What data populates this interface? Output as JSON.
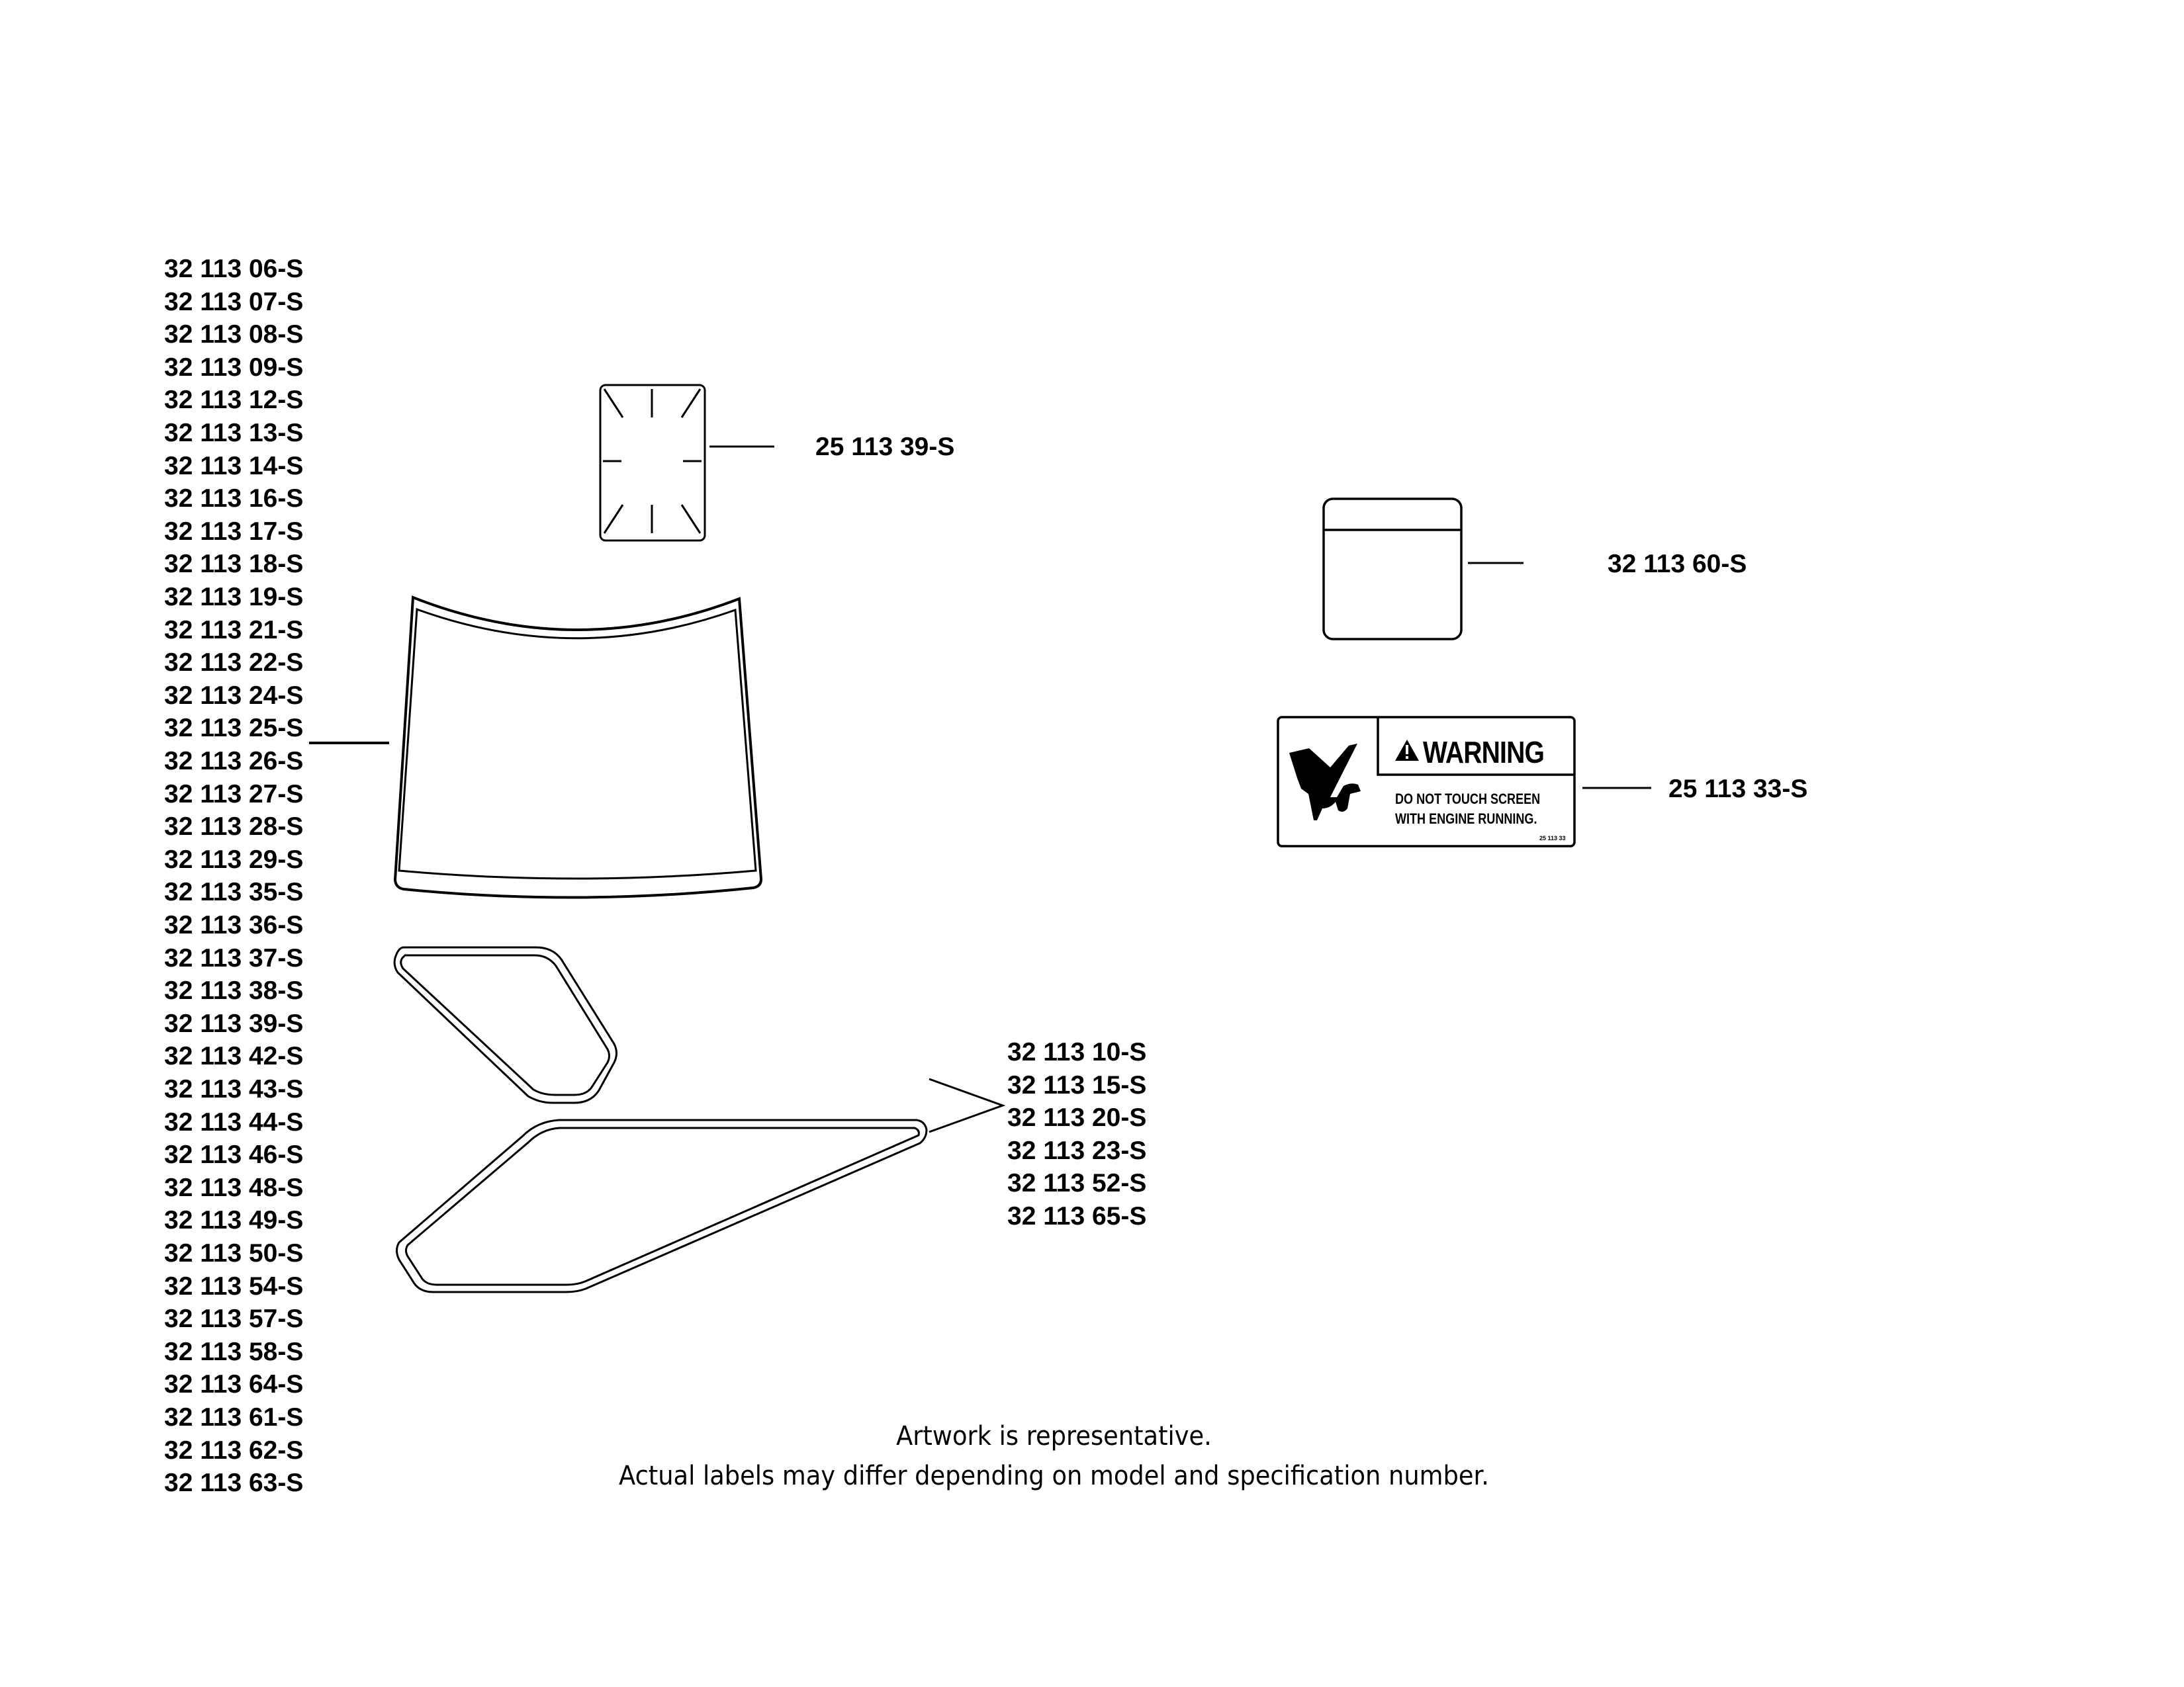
{
  "diagram": {
    "left_column_parts": [
      "32 113 06-S",
      "32 113 07-S",
      "32 113 08-S",
      "32 113 09-S",
      "32 113 12-S",
      "32 113 13-S",
      "32 113 14-S",
      "32 113 16-S",
      "32 113 17-S",
      "32 113 18-S",
      "32 113 19-S",
      "32 113 21-S",
      "32 113 22-S",
      "32 113 24-S",
      "32 113 25-S",
      "32 113 26-S",
      "32 113 27-S",
      "32 113 28-S",
      "32 113 29-S",
      "32 113 35-S",
      "32 113 36-S",
      "32 113 37-S",
      "32 113 38-S",
      "32 113 39-S",
      "32 113 42-S",
      "32 113 43-S",
      "32 113 44-S",
      "32 113 46-S",
      "32 113 48-S",
      "32 113 49-S",
      "32 113 50-S",
      "32 113 54-S",
      "32 113 57-S",
      "32 113 58-S",
      "32 113 64-S",
      "32 113 61-S",
      "32 113 62-S",
      "32 113 63-S"
    ],
    "side_decal_parts": [
      "32 113 10-S",
      "32 113 15-S",
      "32 113 20-S",
      "32 113 23-S",
      "32 113 52-S",
      "32 113 65-S"
    ],
    "callouts": {
      "small_rect_label": "25 113 39-S",
      "card_label": "32 113 60-S",
      "warning_label": "25 113 33-S"
    },
    "warning_decal": {
      "icon": "hand-entanglement-hazard-icon",
      "alert_icon": "warning-triangle-icon",
      "title": "WARNING",
      "line1": "DO NOT TOUCH SCREEN",
      "line2": "WITH ENGINE RUNNING.",
      "code": "25 113 33"
    },
    "notes": {
      "line1": "Artwork is representative.",
      "line2": "Actual labels may differ depending on model and specification number."
    }
  }
}
